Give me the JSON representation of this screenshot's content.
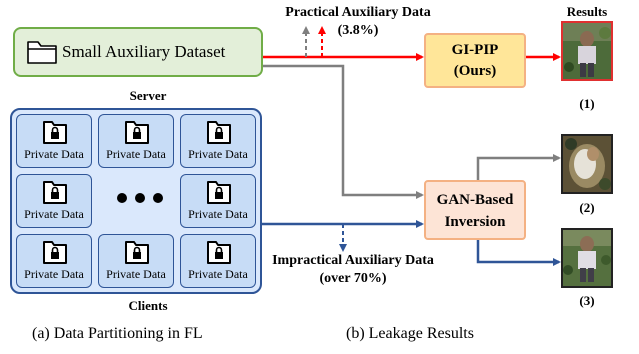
{
  "auxiliary": {
    "label": "Small Auxiliary Dataset"
  },
  "server": {
    "label": "Server",
    "clients_label": "Clients",
    "cell_label": "Private Data",
    "cells": [
      {
        "label": "Private Data"
      },
      {
        "label": "Private Data"
      },
      {
        "label": "Private Data"
      },
      {
        "label": "Private Data"
      },
      {
        "label": "Private Data"
      },
      {
        "label": "Private Data"
      },
      {
        "label": "Private Data"
      },
      {
        "label": "Private Data"
      }
    ]
  },
  "practical": {
    "line1": "Practical Auxiliary Data",
    "line2": "(3.8%)"
  },
  "impractical": {
    "line1": "Impractical Auxiliary Data",
    "line2": "(over 70%)"
  },
  "gipip": {
    "line1": "GI-PIP",
    "line2": "(Ours)"
  },
  "gan": {
    "line1": "GAN-Based",
    "line2": "Inversion"
  },
  "results": {
    "title": "Results",
    "items": [
      {
        "label": "(1)"
      },
      {
        "label": "(2)"
      },
      {
        "label": "(3)"
      }
    ]
  },
  "captions": {
    "left": "(a) Data Partitioning in FL",
    "right": "(b) Leakage Results"
  },
  "colors": {
    "red_arrow": "#ff0000",
    "gray_arrow": "#7f7f7f",
    "blue_arrow": "#2f5597",
    "aux_fill": "#e3efd9",
    "aux_border": "#70ad47",
    "server_fill": "#dae8fc",
    "server_border": "#2f5597",
    "gipip_fill": "#ffe699",
    "gan_fill": "#fde4d6"
  }
}
